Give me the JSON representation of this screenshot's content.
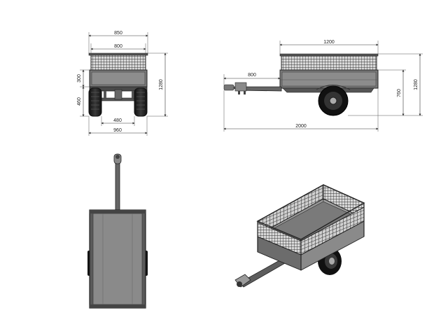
{
  "drawing": {
    "front_view": {
      "overall_width": "850",
      "box_width": "800",
      "side_height": "300",
      "ground_clearance": "460",
      "overall_height": "1280",
      "track_width": "480",
      "wheel_width_total": "960"
    },
    "side_view": {
      "box_length": "1200",
      "drawbar_length": "800",
      "box_height": "760",
      "overall_height": "1280",
      "overall_length": "2000"
    },
    "colors": {
      "steel_dark": "#3a3a3a",
      "steel_mid": "#6b6b6b",
      "steel_light": "#a8a8a8",
      "tire": "#1c1c1c",
      "line": "#222222"
    }
  }
}
